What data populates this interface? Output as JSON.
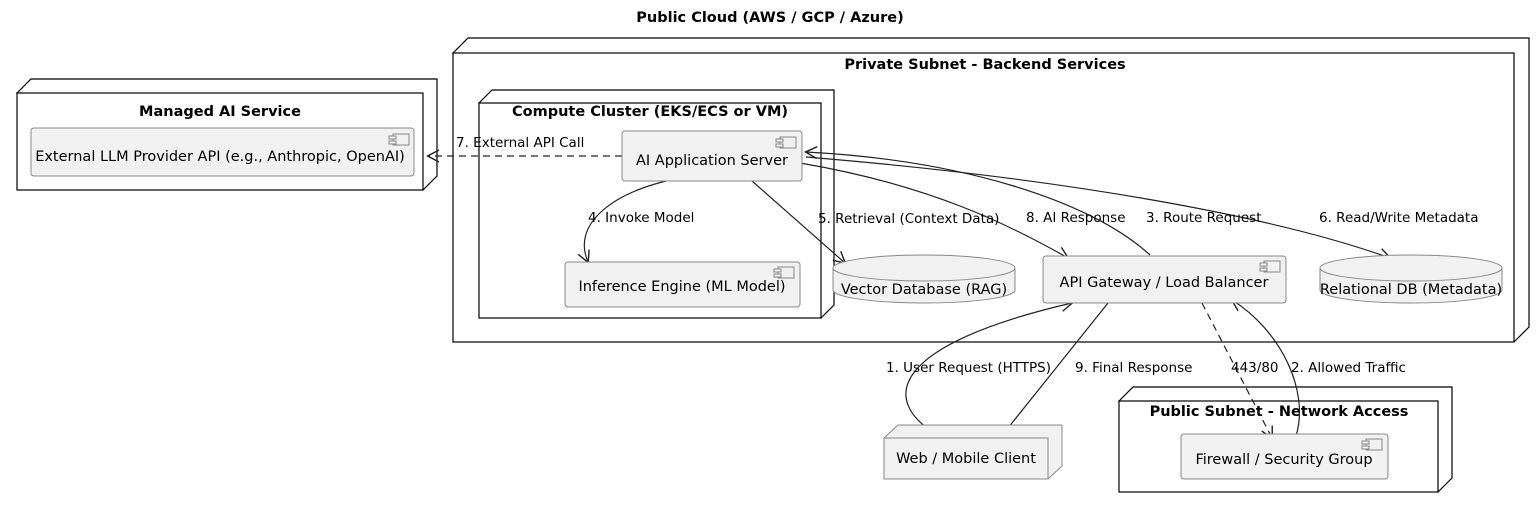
{
  "diagram": {
    "title": "Public Cloud (AWS / GCP / Azure)",
    "type": "uml-deployment-diagram"
  },
  "containers": {
    "managed_ai_service": {
      "title": "Managed AI Service"
    },
    "private_subnet": {
      "title": "Private Subnet - Backend Services"
    },
    "compute_cluster": {
      "title": "Compute Cluster (EKS/ECS or VM)"
    },
    "public_subnet": {
      "title": "Public Subnet - Network Access"
    }
  },
  "components": {
    "external_llm": {
      "label": "External LLM Provider API (e.g., Anthropic, OpenAI)",
      "icon": "component-icon"
    },
    "ai_app_server": {
      "label": "AI Application Server",
      "icon": "component-icon"
    },
    "inference_engine": {
      "label": "Inference Engine (ML Model)",
      "icon": "component-icon"
    },
    "api_gateway": {
      "label": "API Gateway / Load Balancer",
      "icon": "component-icon"
    },
    "firewall": {
      "label": "Firewall / Security Group",
      "icon": "component-icon"
    },
    "vector_db": {
      "label": "Vector Database (RAG)",
      "icon": "database-cylinder"
    },
    "relational_db": {
      "label": "Relational DB (Metadata)",
      "icon": "database-cylinder"
    },
    "web_client": {
      "label": "Web / Mobile Client",
      "icon": "node-box-3d"
    }
  },
  "edges": [
    {
      "id": "e1",
      "label": "1. User Request (HTTPS)",
      "from": "web_client",
      "to": "api_gateway",
      "style": "solid"
    },
    {
      "id": "e2",
      "label": "2. Allowed Traffic",
      "from": "firewall",
      "to": "api_gateway",
      "style": "solid"
    },
    {
      "id": "e3",
      "label": "3. Route Request",
      "from": "api_gateway",
      "to": "ai_app_server",
      "style": "solid"
    },
    {
      "id": "e4",
      "label": "4. Invoke Model",
      "from": "ai_app_server",
      "to": "inference_engine",
      "style": "solid"
    },
    {
      "id": "e5",
      "label": "5. Retrieval (Context Data)",
      "from": "ai_app_server",
      "to": "vector_db",
      "style": "solid"
    },
    {
      "id": "e6",
      "label": "6. Read/Write Metadata",
      "from": "ai_app_server",
      "to": "relational_db",
      "style": "solid"
    },
    {
      "id": "e7",
      "label": "7. External API Call",
      "from": "ai_app_server",
      "to": "external_llm",
      "style": "dashed"
    },
    {
      "id": "e8",
      "label": "8. AI Response",
      "from": "api_gateway",
      "to": "ai_app_server",
      "style": "solid"
    },
    {
      "id": "e9",
      "label": "9. Final Response",
      "from": "api_gateway",
      "to": "web_client",
      "style": "solid"
    },
    {
      "id": "e10",
      "label": "443/80",
      "from": "api_gateway",
      "to": "firewall",
      "style": "dashed"
    }
  ],
  "colors": {
    "component_fill": "#f1f1f1",
    "component_stroke": "#888888",
    "node_stroke": "#000000",
    "edge_stroke": "#222222",
    "background": "#ffffff",
    "text": "#000000"
  }
}
